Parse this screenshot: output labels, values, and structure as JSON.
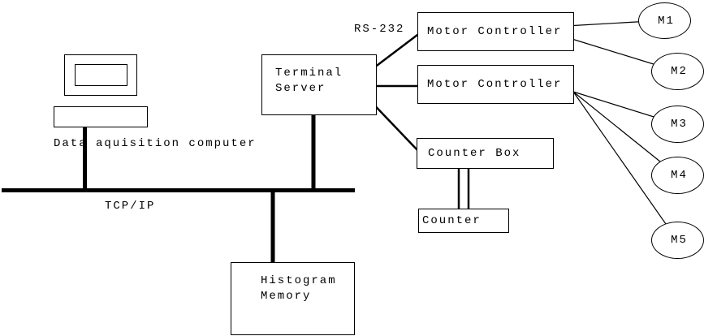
{
  "diagram": {
    "labels": {
      "rs232": "RS-232",
      "tcp_ip": "TCP/IP",
      "computer_caption": "Data aquisition computer"
    },
    "nodes": {
      "terminal_server": {
        "line1": "Terminal",
        "line2": "Server"
      },
      "motor_controller_top": {
        "label": "Motor Controller"
      },
      "motor_controller_bottom": {
        "label": "Motor Controller"
      },
      "counter_box": {
        "label": "Counter Box"
      },
      "counter": {
        "label": "Counter"
      },
      "histogram_memory": {
        "line1": "Histogram",
        "line2": "Memory"
      }
    },
    "motors": [
      "M1",
      "M2",
      "M3",
      "M4",
      "M5"
    ],
    "colors": {
      "line": "#000000",
      "background": "#ffffff",
      "text": "#000000"
    }
  }
}
